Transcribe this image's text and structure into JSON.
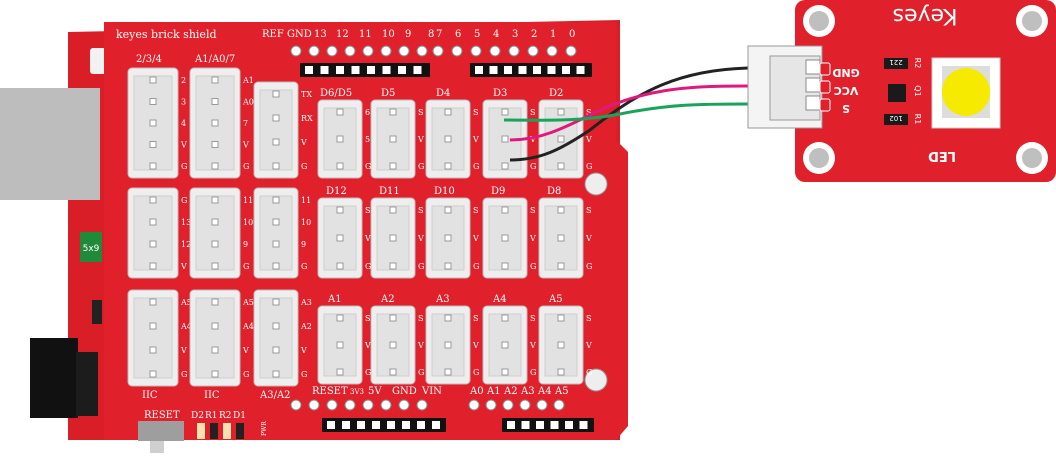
{
  "shield": {
    "title": "keyes brick shield",
    "left_groups": [
      {
        "title": "2/3/4",
        "pins": [
          "2",
          "3",
          "4",
          "V",
          "G"
        ]
      },
      {
        "title": "A1/A0/7",
        "pins": [
          "A1",
          "A0",
          "7",
          "V",
          "G"
        ]
      },
      {
        "title": "",
        "pins": [
          "TX",
          "RX",
          "V",
          "G"
        ]
      }
    ],
    "mid_left_groups": [
      {
        "pins": [
          "G",
          "13",
          "12",
          "V"
        ]
      },
      {
        "pins": [
          "11",
          "10",
          "9",
          "G"
        ]
      },
      {
        "pins": [
          "11",
          "10",
          "9",
          "G"
        ]
      }
    ],
    "bottom_left_groups": [
      {
        "title": "IIC",
        "pins": [
          "A5",
          "A4",
          "V",
          "G"
        ]
      },
      {
        "title": "IIC",
        "pins": [
          "A5",
          "A4",
          "V",
          "G"
        ]
      },
      {
        "title": "A3/A2",
        "pins": [
          "A3",
          "A2",
          "V",
          "G"
        ]
      }
    ],
    "row1_modules": [
      {
        "title": "D6/D5",
        "pins": [
          "6",
          "5",
          "G"
        ]
      },
      {
        "title": "D5",
        "pins": [
          "S",
          "V",
          "G"
        ]
      },
      {
        "title": "D4",
        "pins": [
          "S",
          "V",
          "G"
        ]
      },
      {
        "title": "D3",
        "pins": [
          "S",
          "V",
          "G"
        ]
      },
      {
        "title": "D2",
        "pins": [
          "S",
          "V",
          "G"
        ]
      }
    ],
    "row2_modules": [
      {
        "title": "D12"
      },
      {
        "title": "D11"
      },
      {
        "title": "D10"
      },
      {
        "title": "D9"
      },
      {
        "title": "D8"
      }
    ],
    "row3_modules": [
      {
        "title": "A1"
      },
      {
        "title": "A2"
      },
      {
        "title": "A3"
      },
      {
        "title": "A4"
      },
      {
        "title": "A5"
      }
    ],
    "module_pins": [
      "S",
      "V",
      "G"
    ],
    "top_header_labels": [
      "REF",
      "GND",
      "13",
      "12",
      "11",
      "10",
      "9",
      "8"
    ],
    "top_header_right_labels": [
      "7",
      "6",
      "5",
      "4",
      "3",
      "2",
      "1",
      "0"
    ],
    "bottom_header_labels": [
      "RESET",
      "3V3",
      "5V",
      "GND",
      "VIN"
    ],
    "bottom_header_right_labels": [
      "A0",
      "A1",
      "A2",
      "A3",
      "A4",
      "A5"
    ],
    "reset_label": "RESET",
    "led_labels": [
      "D2",
      "R1",
      "R2",
      "D1"
    ],
    "pwr_label": "PWR",
    "chip_label": "5x9"
  },
  "led_module": {
    "brand": "Keyes",
    "name": "LED",
    "pins": [
      "GND",
      "VCC",
      "S"
    ],
    "components": [
      "R2",
      "Q1",
      "R1"
    ],
    "resistor_codes": [
      "221",
      "102"
    ]
  },
  "colors": {
    "board_red": "#e0202a",
    "dark_red": "#b3141c",
    "wire_black": "#222222",
    "wire_magenta": "#e0197d",
    "wire_green": "#19a35b",
    "led_yellow": "#f6ea00"
  }
}
